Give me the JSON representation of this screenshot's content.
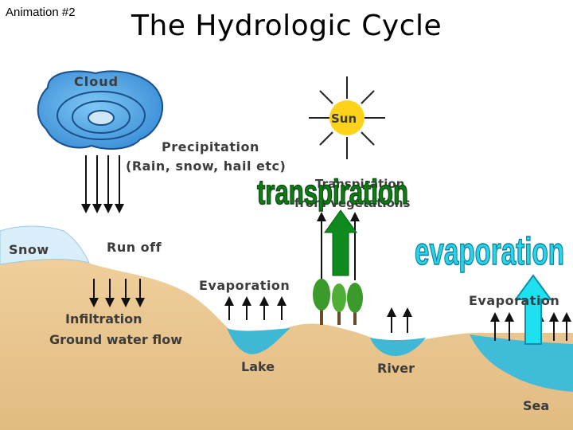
{
  "slide": {
    "corner_label": "Animation #2",
    "title": "The Hydrologic Cycle"
  },
  "diagram": {
    "cloud": "Cloud",
    "sun": "Sun",
    "precipitation": "Precipitation",
    "precipitation_detail": "(Rain, snow, hail etc)",
    "transpiration_small_1": "Transpiration",
    "transpiration_small_2": "from vegetations",
    "snow": "Snow",
    "runoff": "Run off",
    "evaporation_lake": "Evaporation",
    "evaporation_sea": "Evaporation",
    "infiltration": "Infiltration",
    "groundwater": "Ground water flow",
    "lake": "Lake",
    "river": "River",
    "sea": "Sea"
  },
  "overlays": {
    "transpiration": "transpiration",
    "evaporation": "evaporation"
  },
  "colors": {
    "sky": "#ffffff",
    "land": "#e8c48e",
    "water": "#40bcd8",
    "snow": "#d8eef8",
    "cloud": "#4aa6e6",
    "sun": "#ffd21a",
    "tree": "#3a9a2a",
    "green_arrow": "#0e8a1e",
    "cyan_arrow": "#1fe0ee",
    "transpiration_text": "#117a17",
    "evaporation_text": "#2ad4e6"
  }
}
